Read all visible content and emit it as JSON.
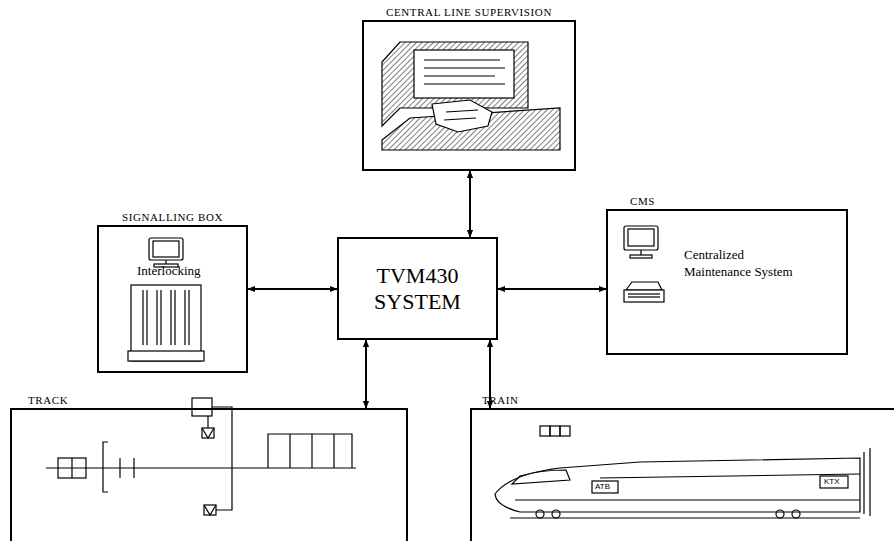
{
  "diagram": {
    "nodes": [
      {
        "text": [
          "CENTRAL LINE SUPERVISION"
        ]
      },
      {
        "text": [
          "SIGNALLING BOX",
          "Interlocking"
        ]
      },
      {
        "text": [
          "TVM430 SYSTEM"
        ]
      },
      {
        "text": [
          "CMS",
          "Centralized Maintenance System"
        ]
      },
      {
        "text": [
          "TRACK"
        ]
      },
      {
        "text": [
          "TRAIN"
        ]
      }
    ],
    "edges": [
      {
        "from": 2,
        "to": 0,
        "arrow": "both"
      },
      {
        "from": 2,
        "to": 1,
        "arrow": "both"
      },
      {
        "from": 2,
        "to": 3,
        "arrow": "both"
      },
      {
        "from": 2,
        "to": 4,
        "arrow": "both"
      },
      {
        "from": 2,
        "to": 5,
        "arrow": "both"
      }
    ],
    "labels": [
      "ATB",
      "KTX"
    ]
  }
}
